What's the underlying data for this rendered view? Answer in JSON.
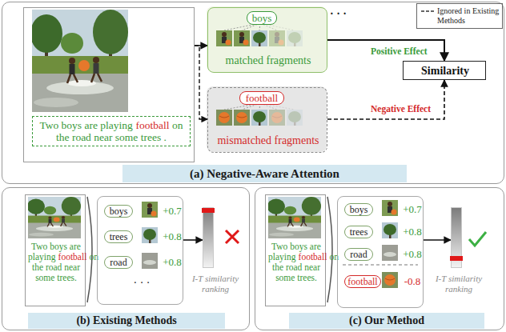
{
  "diagram": {
    "nodes": [
      {
        "text": [
          "(a) Negative-Aware Attention"
        ]
      },
      {
        "text": [
          "Two boys are playing",
          "football",
          "on the road near some trees ."
        ],
        "in": 0
      },
      {
        "text": [
          "boys",
          "matched fragments"
        ],
        "in": 0
      },
      {
        "text": [
          "football",
          "mismatched fragments"
        ],
        "in": 0
      },
      {
        "text": [
          "Similarity"
        ],
        "in": 0
      },
      {
        "text": [
          "(b) Existing Methods"
        ]
      },
      {
        "text": [
          "Two boys are playing",
          "football",
          "on the road near some trees."
        ],
        "in": 5
      },
      {
        "text": [
          "boys",
          "+0.7",
          "trees",
          "+0.8",
          "road",
          "+0.8",
          "· · ·"
        ],
        "in": 5
      },
      {
        "text": [
          "I-T similarity ranking"
        ],
        "in": 5
      },
      {
        "text": [
          "(c) Our Method"
        ]
      },
      {
        "text": [
          "Two boys are playing",
          "football",
          "on the road near some trees."
        ],
        "in": 9
      },
      {
        "text": [
          "boys",
          "+0.7",
          "trees",
          "+0.8",
          "road",
          "+0.8",
          "football",
          "-0.8"
        ],
        "in": 9
      },
      {
        "text": [
          "I-T similarity ranking"
        ],
        "in": 9
      }
    ],
    "edges": [
      {
        "from": 1,
        "to": 2,
        "arrow": "to"
      },
      {
        "from": 1,
        "to": 3,
        "arrow": "to"
      },
      {
        "from": 2,
        "to": 4,
        "arrow": "to",
        "label": "Positive Effect"
      },
      {
        "from": 3,
        "to": 4,
        "arrow": "to",
        "label": "Negative Effect"
      },
      {
        "from": 7,
        "to": 8,
        "arrow": "to"
      },
      {
        "from": 11,
        "to": 12,
        "arrow": "to"
      }
    ],
    "labels": [
      "· · ·"
    ],
    "legend": [
      {
        "text": "Ignored in Existing Methods"
      }
    ]
  }
}
